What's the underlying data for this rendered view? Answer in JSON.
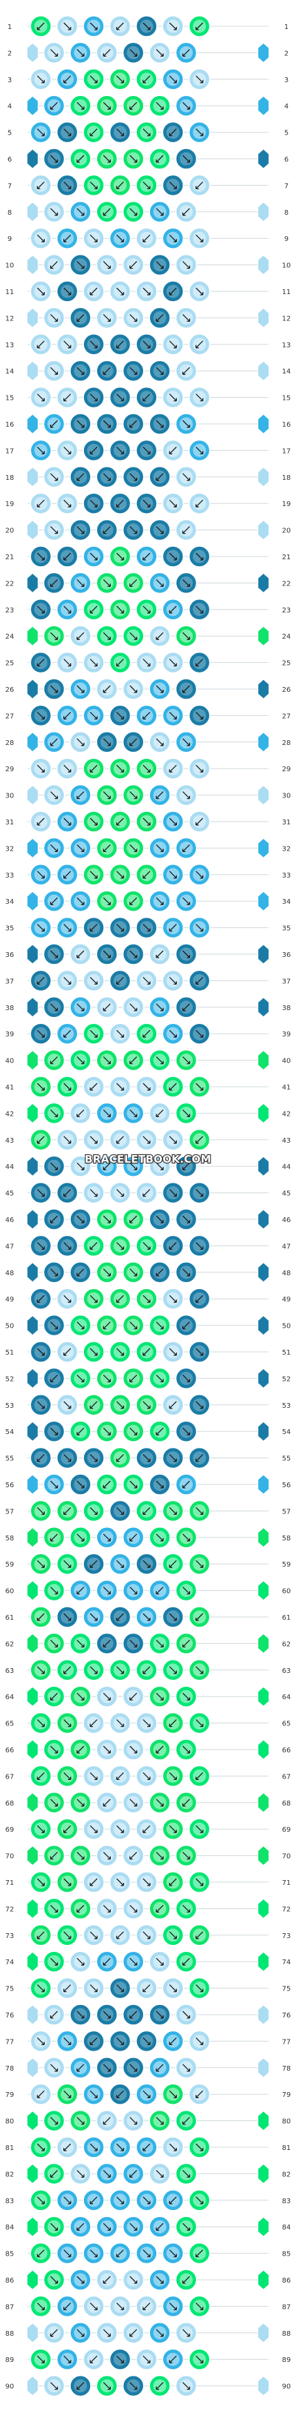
{
  "watermark": "BRACELETBOOK.COM",
  "total_rows": 90,
  "strings": 14,
  "colors": {
    "c0": "#00e673",
    "c1": "#aadcf2",
    "c2": "#1a7ca6",
    "c3": "#33b3e6",
    "c4": "#0fe36a",
    "thread_line": "#cfd8dc"
  },
  "string_colors": [
    "c0",
    "c1",
    "c3",
    "c2",
    "c3",
    "c1",
    "c2",
    "c2",
    "c1",
    "c3",
    "c2",
    "c3",
    "c1",
    "c0"
  ],
  "rows": [
    [
      "c0",
      "c1",
      "c3",
      "c1",
      "c2",
      "c1",
      "c0"
    ],
    [
      "c1",
      "c3",
      "c1",
      "c2",
      "c1",
      "c3"
    ],
    [
      "c1",
      "c3",
      "c0",
      "c4",
      "c0",
      "c3",
      "c1"
    ],
    [
      "c3",
      "c0",
      "c4",
      "c4",
      "c0",
      "c3"
    ],
    [
      "c3",
      "c2",
      "c0",
      "c2",
      "c0",
      "c2",
      "c3"
    ],
    [
      "c2",
      "c0",
      "c4",
      "c4",
      "c0",
      "c2"
    ],
    [
      "c1",
      "c2",
      "c0",
      "c4",
      "c0",
      "c2",
      "c1"
    ],
    [
      "c1",
      "c3",
      "c0",
      "c0",
      "c3",
      "c1"
    ],
    [
      "c1",
      "c3",
      "c1",
      "c3",
      "c1",
      "c3",
      "c1"
    ],
    [
      "c1",
      "c2",
      "c1",
      "c1",
      "c2",
      "c1"
    ],
    [
      "c1",
      "c2",
      "c1",
      "c1",
      "c1",
      "c2",
      "c1"
    ],
    [
      "c1",
      "c2",
      "c1",
      "c1",
      "c2",
      "c1"
    ],
    [
      "c1",
      "c1",
      "c2",
      "c2",
      "c2",
      "c1",
      "c1"
    ],
    [
      "c1",
      "c2",
      "c2",
      "c2",
      "c2",
      "c1"
    ],
    [
      "c1",
      "c1",
      "c2",
      "c2",
      "c2",
      "c1",
      "c1"
    ],
    [
      "c3",
      "c2",
      "c2",
      "c2",
      "c2",
      "c3"
    ],
    [
      "c3",
      "c1",
      "c2",
      "c2",
      "c2",
      "c1",
      "c3"
    ],
    [
      "c1",
      "c2",
      "c2",
      "c2",
      "c2",
      "c1"
    ],
    [
      "c1",
      "c1",
      "c2",
      "c2",
      "c2",
      "c1",
      "c1"
    ],
    [
      "c1",
      "c2",
      "c2",
      "c2",
      "c2",
      "c1"
    ],
    [
      "c2",
      "c2",
      "c3",
      "c4",
      "c3",
      "c2",
      "c2"
    ],
    [
      "c2",
      "c3",
      "c4",
      "c4",
      "c3",
      "c2"
    ],
    [
      "c2",
      "c3",
      "c0",
      "c4",
      "c0",
      "c3",
      "c2"
    ],
    [
      "c4",
      "c1",
      "c0",
      "c0",
      "c1",
      "c4"
    ],
    [
      "c2",
      "c1",
      "c1",
      "c0",
      "c1",
      "c1",
      "c2"
    ],
    [
      "c2",
      "c3",
      "c1",
      "c1",
      "c3",
      "c2"
    ],
    [
      "c2",
      "c3",
      "c3",
      "c2",
      "c3",
      "c3",
      "c2"
    ],
    [
      "c3",
      "c1",
      "c2",
      "c2",
      "c1",
      "c3"
    ],
    [
      "c1",
      "c1",
      "c4",
      "c4",
      "c4",
      "c1",
      "c1"
    ],
    [
      "c1",
      "c3",
      "c4",
      "c4",
      "c3",
      "c1"
    ],
    [
      "c1",
      "c3",
      "c4",
      "c4",
      "c4",
      "c3",
      "c1"
    ],
    [
      "c3",
      "c3",
      "c4",
      "c4",
      "c3",
      "c3"
    ],
    [
      "c3",
      "c3",
      "c4",
      "c4",
      "c4",
      "c3",
      "c3"
    ],
    [
      "c3",
      "c3",
      "c4",
      "c4",
      "c3",
      "c3"
    ],
    [
      "c3",
      "c3",
      "c2",
      "c2",
      "c2",
      "c3",
      "c3"
    ],
    [
      "c2",
      "c1",
      "c2",
      "c2",
      "c1",
      "c2"
    ],
    [
      "c2",
      "c1",
      "c1",
      "c2",
      "c1",
      "c1",
      "c2"
    ],
    [
      "c2",
      "c3",
      "c1",
      "c1",
      "c3",
      "c2"
    ],
    [
      "c2",
      "c3",
      "c0",
      "c1",
      "c0",
      "c3",
      "c2"
    ],
    [
      "c4",
      "c0",
      "c4",
      "c4",
      "c0",
      "c4"
    ],
    [
      "c4",
      "c0",
      "c1",
      "c1",
      "c1",
      "c0",
      "c4"
    ],
    [
      "c0",
      "c1",
      "c3",
      "c3",
      "c1",
      "c0"
    ],
    [
      "c4",
      "c1",
      "c1",
      "c1",
      "c1",
      "c1",
      "c4"
    ],
    [
      "c2",
      "c1",
      "c3",
      "c3",
      "c1",
      "c2"
    ],
    [
      "c2",
      "c2",
      "c1",
      "c1",
      "c1",
      "c2",
      "c2"
    ],
    [
      "c2",
      "c2",
      "c4",
      "c4",
      "c2",
      "c2"
    ],
    [
      "c2",
      "c2",
      "c0",
      "c4",
      "c0",
      "c2",
      "c2"
    ],
    [
      "c2",
      "c2",
      "c4",
      "c4",
      "c2",
      "c2"
    ],
    [
      "c2",
      "c1",
      "c4",
      "c4",
      "c4",
      "c1",
      "c2"
    ],
    [
      "c2",
      "c0",
      "c4",
      "c4",
      "c0",
      "c2"
    ],
    [
      "c2",
      "c1",
      "c0",
      "c0",
      "c0",
      "c1",
      "c2"
    ],
    [
      "c2",
      "c0",
      "c4",
      "c4",
      "c0",
      "c2"
    ],
    [
      "c2",
      "c1",
      "c4",
      "c4",
      "c4",
      "c1",
      "c2"
    ],
    [
      "c2",
      "c0",
      "c4",
      "c4",
      "c0",
      "c2"
    ],
    [
      "c2",
      "c2",
      "c2",
      "c4",
      "c2",
      "c2",
      "c2"
    ],
    [
      "c3",
      "c2",
      "c0",
      "c0",
      "c2",
      "c3"
    ],
    [
      "c4",
      "c4",
      "c0",
      "c2",
      "c0",
      "c4",
      "c4"
    ],
    [
      "c4",
      "c0",
      "c3",
      "c3",
      "c0",
      "c4"
    ],
    [
      "c4",
      "c0",
      "c2",
      "c3",
      "c2",
      "c0",
      "c4"
    ],
    [
      "c0",
      "c3",
      "c3",
      "c3",
      "c3",
      "c0"
    ],
    [
      "c4",
      "c2",
      "c3",
      "c2",
      "c3",
      "c2",
      "c4"
    ],
    [
      "c4",
      "c0",
      "c2",
      "c2",
      "c0",
      "c4"
    ],
    [
      "c4",
      "c0",
      "c0",
      "c0",
      "c0",
      "c0",
      "c4"
    ],
    [
      "c0",
      "c4",
      "c1",
      "c1",
      "c4",
      "c0"
    ],
    [
      "c0",
      "c4",
      "c1",
      "c1",
      "c1",
      "c4",
      "c0"
    ],
    [
      "c0",
      "c4",
      "c1",
      "c1",
      "c4",
      "c0"
    ],
    [
      "c0",
      "c4",
      "c1",
      "c1",
      "c1",
      "c4",
      "c0"
    ],
    [
      "c4",
      "c4",
      "c1",
      "c1",
      "c4",
      "c4"
    ],
    [
      "c0",
      "c4",
      "c1",
      "c1",
      "c1",
      "c4",
      "c0"
    ],
    [
      "c4",
      "c4",
      "c1",
      "c1",
      "c4",
      "c4"
    ],
    [
      "c0",
      "c4",
      "c1",
      "c1",
      "c1",
      "c4",
      "c0"
    ],
    [
      "c0",
      "c4",
      "c1",
      "c1",
      "c4",
      "c0"
    ],
    [
      "c4",
      "c0",
      "c1",
      "c1",
      "c1",
      "c0",
      "c4"
    ],
    [
      "c0",
      "c1",
      "c3",
      "c3",
      "c1",
      "c0"
    ],
    [
      "c0",
      "c1",
      "c1",
      "c2",
      "c1",
      "c1",
      "c0"
    ],
    [
      "c1",
      "c2",
      "c2",
      "c2",
      "c2",
      "c1"
    ],
    [
      "c1",
      "c3",
      "c2",
      "c2",
      "c2",
      "c3",
      "c1"
    ],
    [
      "c1",
      "c3",
      "c2",
      "c2",
      "c3",
      "c1"
    ],
    [
      "c1",
      "c4",
      "c3",
      "c2",
      "c3",
      "c4",
      "c1"
    ],
    [
      "c0",
      "c4",
      "c1",
      "c1",
      "c4",
      "c0"
    ],
    [
      "c0",
      "c1",
      "c3",
      "c3",
      "c3",
      "c1",
      "c0"
    ],
    [
      "c0",
      "c1",
      "c3",
      "c3",
      "c1",
      "c0"
    ],
    [
      "c0",
      "c3",
      "c3",
      "c3",
      "c3",
      "c3",
      "c0"
    ],
    [
      "c0",
      "c3",
      "c3",
      "c3",
      "c3",
      "c0"
    ],
    [
      "c0",
      "c3",
      "c3",
      "c3",
      "c3",
      "c3",
      "c0"
    ],
    [
      "c0",
      "c3",
      "c1",
      "c1",
      "c3",
      "c0"
    ],
    [
      "c0",
      "c3",
      "c1",
      "c1",
      "c1",
      "c3",
      "c0"
    ],
    [
      "c1",
      "c3",
      "c1",
      "c1",
      "c3",
      "c1"
    ],
    [
      "c0",
      "c3",
      "c1",
      "c2",
      "c1",
      "c3",
      "c0"
    ],
    [
      "c1",
      "c2",
      "c0",
      "c2",
      "c0",
      "c1"
    ]
  ]
}
